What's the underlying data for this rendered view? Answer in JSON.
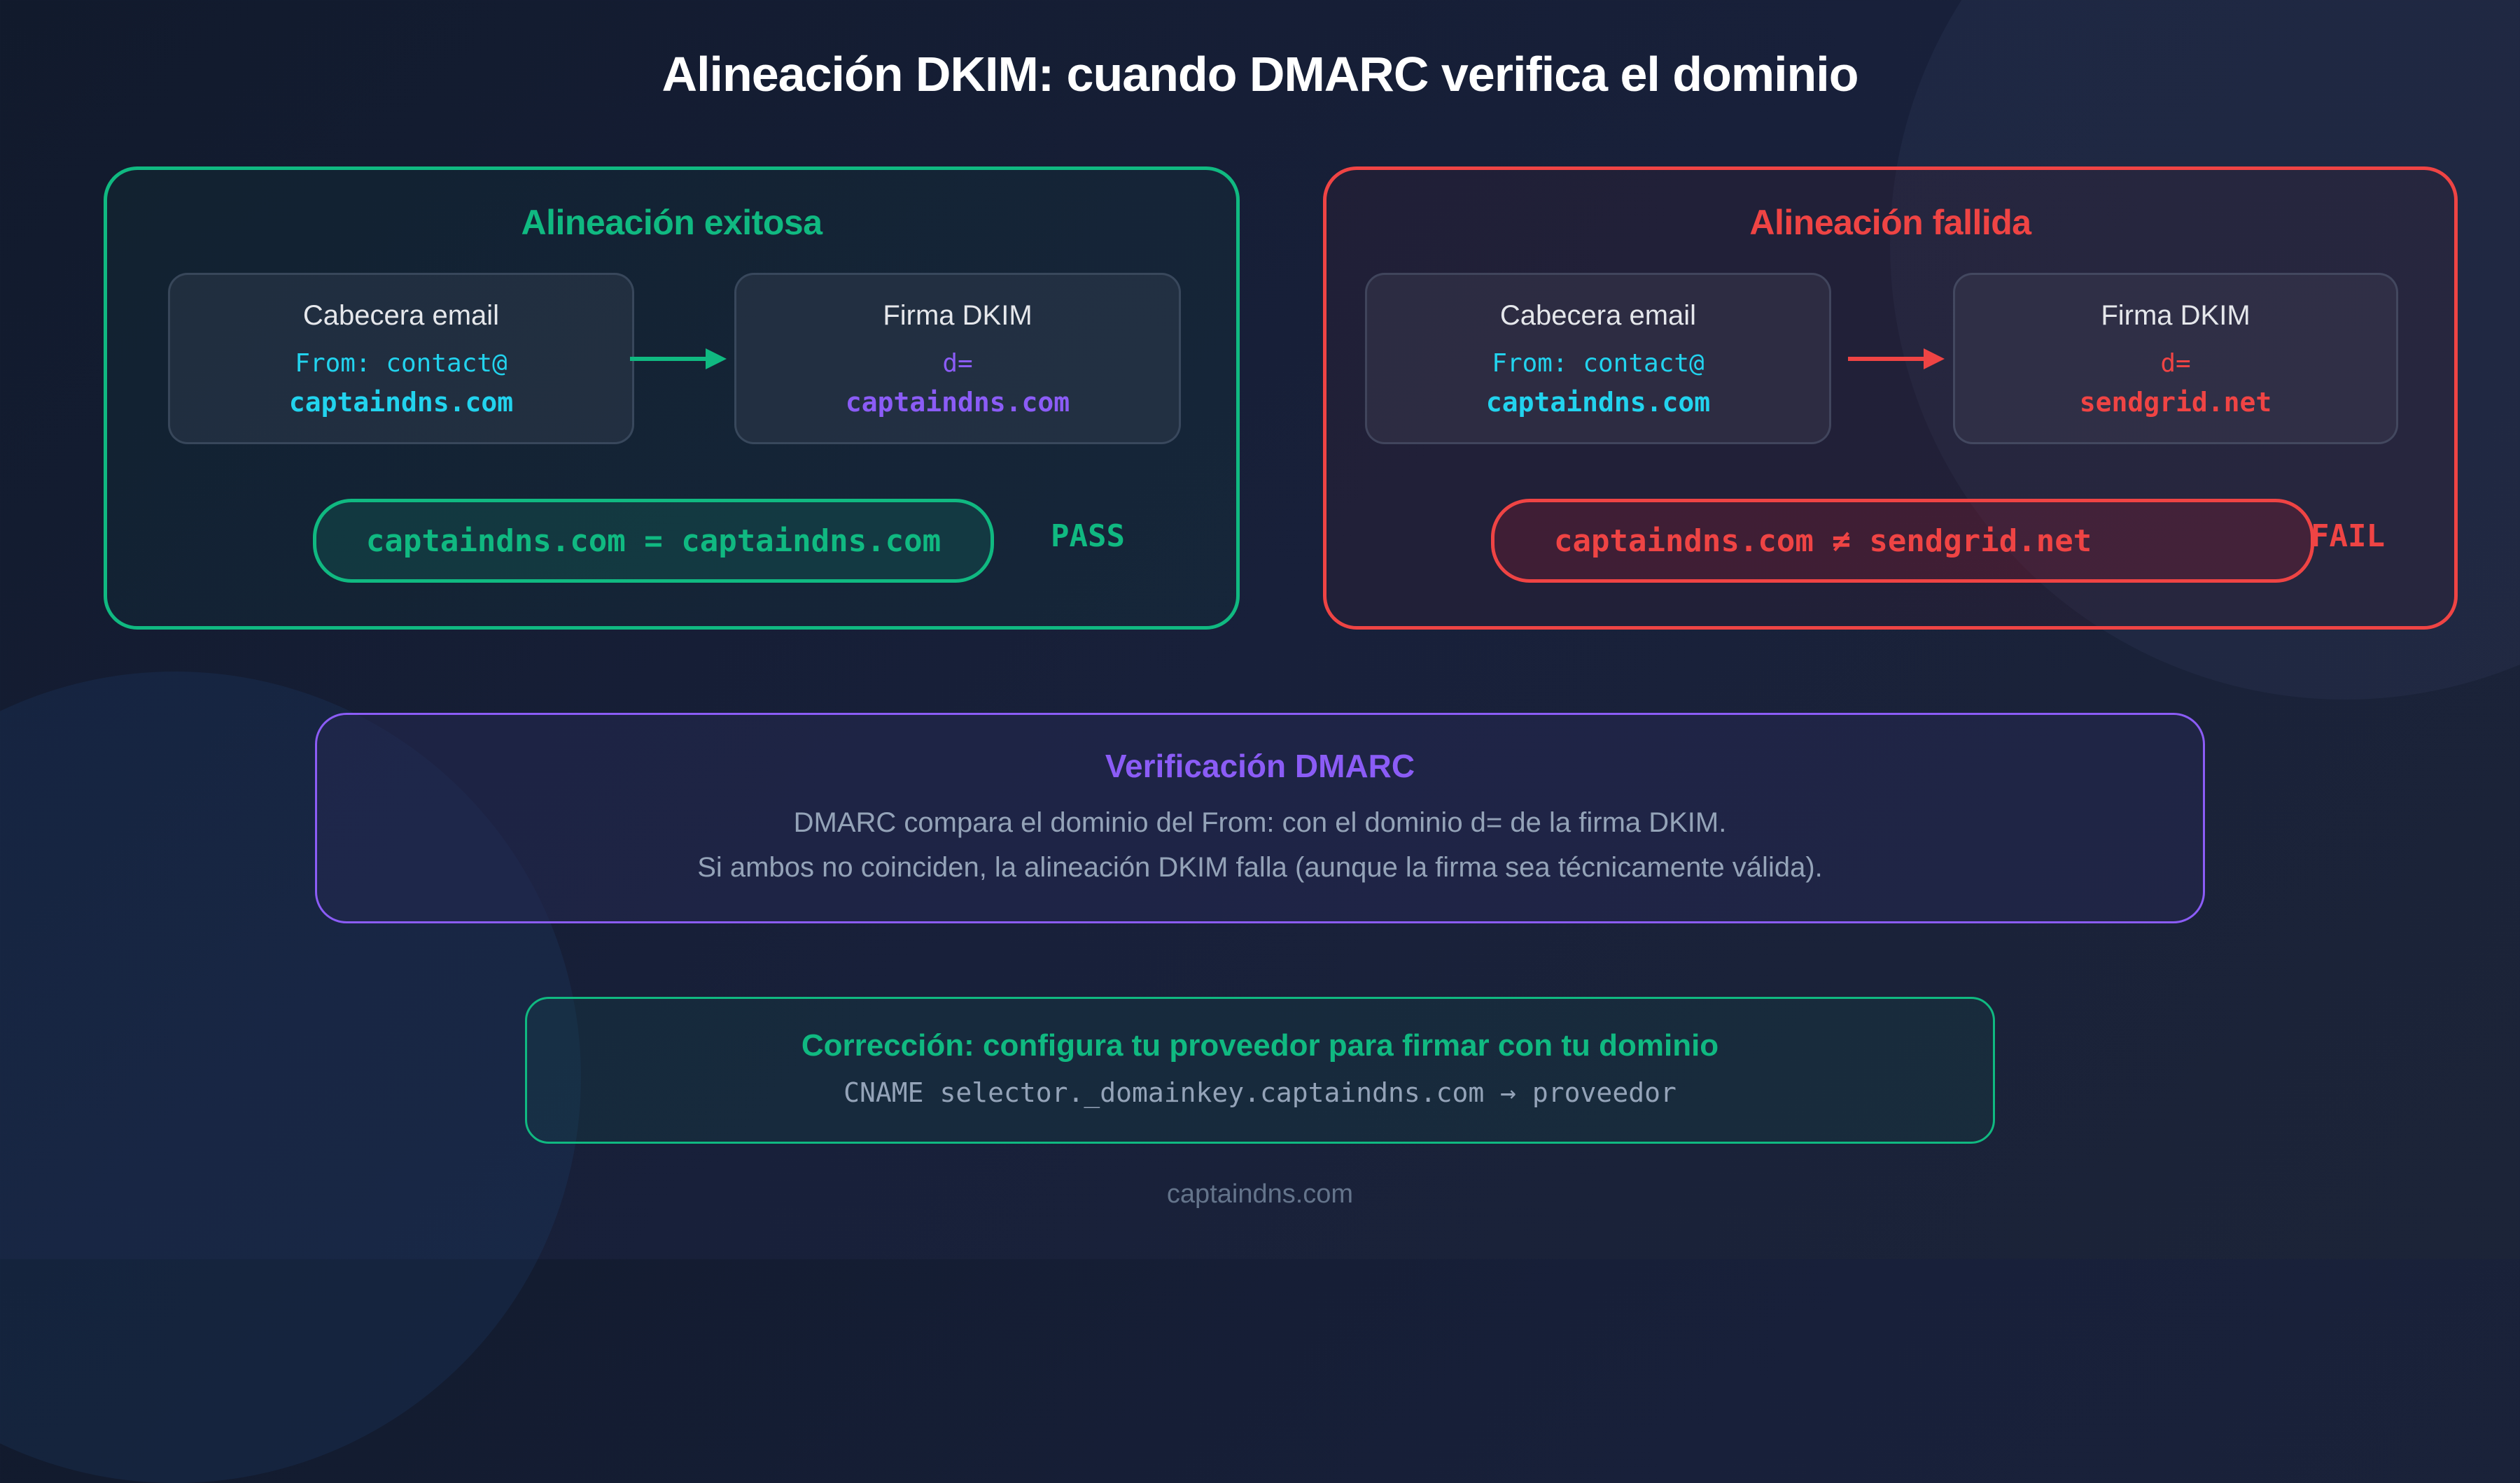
{
  "title": "Alineación DKIM: cuando DMARC verifica el dominio",
  "colors": {
    "background": "#131b2e",
    "pass": "#10b981",
    "fail": "#ef4444",
    "dmarc": "#8b5cf6",
    "from_domain": "#22d3ee",
    "muted_text": "#94a3b8",
    "footer": "#64748b"
  },
  "pass_panel": {
    "title": "Alineación exitosa",
    "header_card": {
      "label": "Cabecera email",
      "line1": "From: contact@",
      "line2": "captaindns.com"
    },
    "dkim_card": {
      "label": "Firma DKIM",
      "line1": "d=",
      "line2": "captaindns.com"
    },
    "arrow_icon": "arrow-right",
    "comparison": "captaindns.com = captaindns.com",
    "verdict": "PASS"
  },
  "fail_panel": {
    "title": "Alineación fallida",
    "header_card": {
      "label": "Cabecera email",
      "line1": "From: contact@",
      "line2": "captaindns.com"
    },
    "dkim_card": {
      "label": "Firma DKIM",
      "line1": "d=",
      "line2": "sendgrid.net"
    },
    "arrow_icon": "arrow-right",
    "comparison": "captaindns.com ≠ sendgrid.net",
    "verdict": "FAIL"
  },
  "dmarc_check": {
    "title": "Verificación DMARC",
    "line1": "DMARC compara el dominio del From: con el dominio d= de la firma DKIM.",
    "line2": "Si ambos no coinciden, la alineación DKIM falla (aunque la firma sea técnicamente válida)."
  },
  "fix": {
    "title": "Corrección: configura tu proveedor para firmar con tu dominio",
    "code": "CNAME selector._domainkey.captaindns.com → proveedor"
  },
  "footer": "captaindns.com"
}
